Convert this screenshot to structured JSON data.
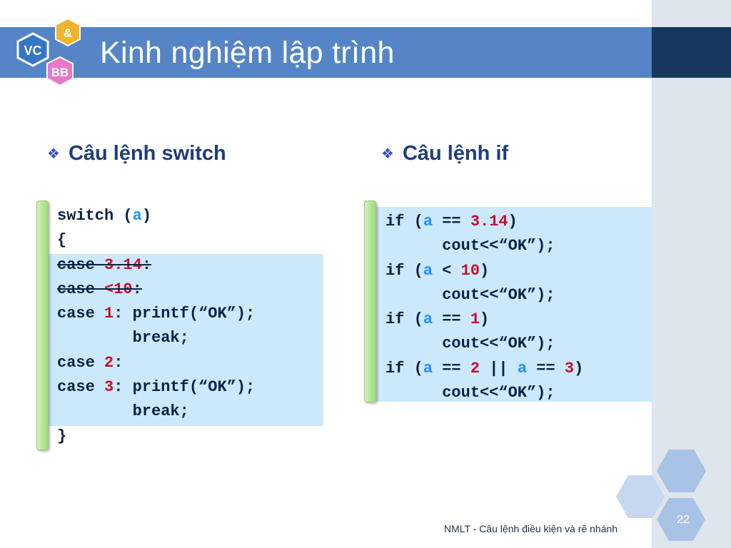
{
  "slide": {
    "title": "Kinh nghiệm lập trình",
    "logo": {
      "top": "&",
      "left": "VC",
      "bottom": "BB"
    },
    "page_number": "22",
    "footer": "NMLT - Câu lệnh điều kiện và rẽ nhánh"
  },
  "sections": {
    "left": {
      "heading": "Câu lệnh switch"
    },
    "right": {
      "heading": "Câu lệnh if"
    }
  },
  "code_left": {
    "l1": {
      "kw": "switch (",
      "var": "a",
      "end": ")"
    },
    "l2": "{",
    "l3": {
      "kw": "case ",
      "num": "3.14",
      "end": ":"
    },
    "l4": {
      "kw": "case ",
      "num": "<10",
      "end": ":"
    },
    "l5": {
      "kw": "case ",
      "num": "1",
      "end": ": printf(“OK”);"
    },
    "l6": "        break;",
    "l7": {
      "kw": "case ",
      "num": "2",
      "end": ":"
    },
    "l8": {
      "kw": "case ",
      "num": "3",
      "end": ": printf(“OK”);"
    },
    "l9": "        break;",
    "l10": "}"
  },
  "code_right": {
    "l1": {
      "a": "if (",
      "var": "a",
      "b": " == ",
      "num": "3.14",
      "c": ")"
    },
    "l2": "      cout<<“OK”);",
    "l3": {
      "a": "if (",
      "var": "a",
      "b": " < ",
      "num": "10",
      "c": ")"
    },
    "l4": "      cout<<“OK”);",
    "l5": {
      "a": "if (",
      "var": "a",
      "b": " == ",
      "num": "1",
      "c": ")"
    },
    "l6": "      cout<<“OK”);",
    "l7": {
      "a": "if (",
      "var": "a",
      "b": " == ",
      "num": "2",
      "c": " || ",
      "var2": "a",
      "d": " == ",
      "num2": "3",
      "e": ")"
    },
    "l8": "      cout<<“OK”);"
  },
  "colors": {
    "title_bar": "#5585c6",
    "title_bar_dark": "#17375e",
    "heading": "#1f3d7a",
    "code_text": "#0b2245",
    "code_var": "#1e90ff",
    "code_num": "#c8102e",
    "code_background": "#cce8fb",
    "side_bar": "#b5e695"
  }
}
